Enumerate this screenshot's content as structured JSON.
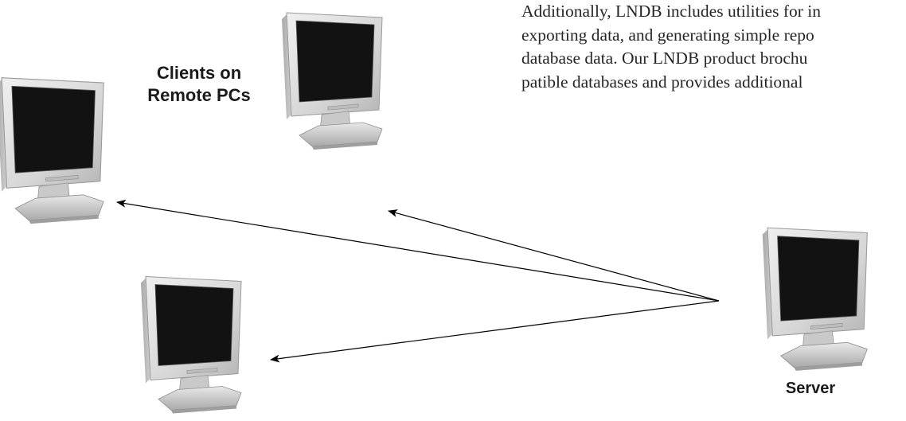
{
  "text_block": {
    "lines": [
      "Additionally, LNDB includes utilities for in",
      "exporting data, and generating simple repo",
      "database data.  Our LNDB product brochu",
      "patible databases and provides additional"
    ]
  },
  "labels": {
    "clients_line1": "Clients on",
    "clients_line2": "Remote PCs",
    "server": "Server"
  },
  "diagram": {
    "nodes": [
      {
        "id": "client-top",
        "role": "client"
      },
      {
        "id": "client-left",
        "role": "client"
      },
      {
        "id": "client-bottom",
        "role": "client"
      },
      {
        "id": "server",
        "role": "server"
      }
    ],
    "edges": [
      {
        "from": "server",
        "to": "client-top"
      },
      {
        "from": "server",
        "to": "client-left"
      },
      {
        "from": "server",
        "to": "client-bottom"
      }
    ]
  },
  "colors": {
    "screen": "#0f0f0f",
    "bezel": "#d9d9d9",
    "line": "#000000"
  }
}
